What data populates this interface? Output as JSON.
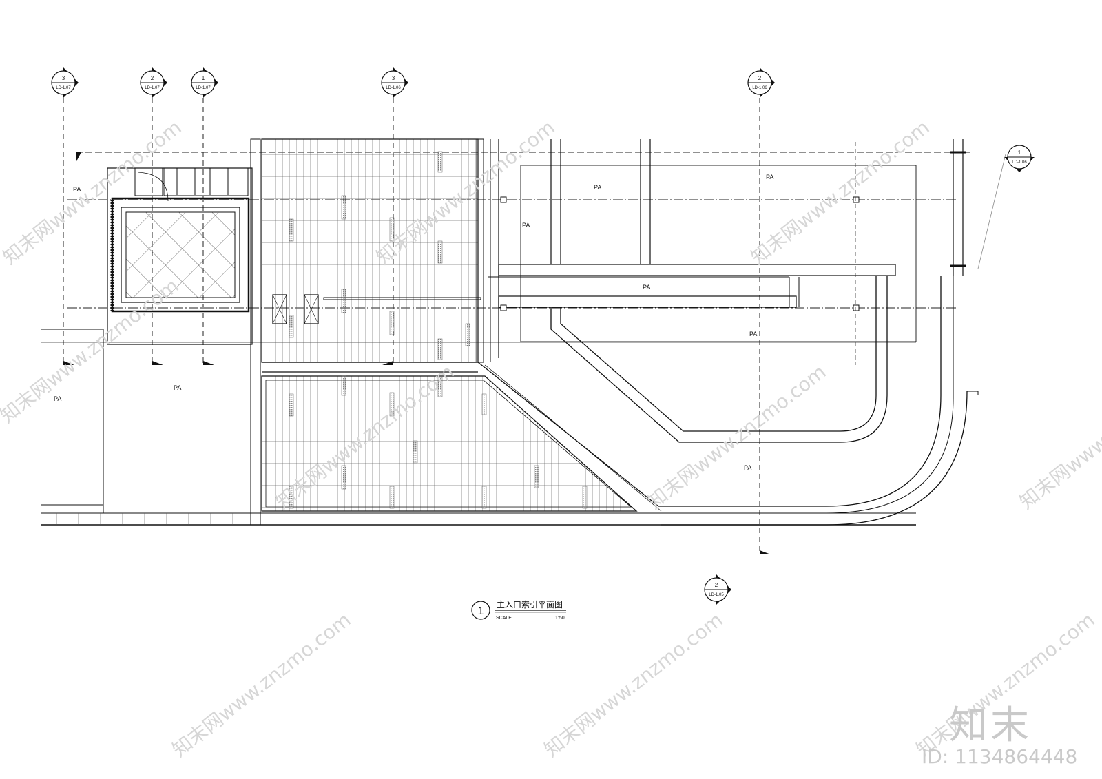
{
  "drawing": {
    "title": "主入口索引平面图",
    "number": "1",
    "scale_label": "SCALE",
    "scale_value": "1:50"
  },
  "section_markers": [
    {
      "num": "3",
      "ref": "LD-1.07"
    },
    {
      "num": "2",
      "ref": "LD-1.07"
    },
    {
      "num": "1",
      "ref": "LD-1.07"
    },
    {
      "num": "3",
      "ref": "LD-1.06"
    },
    {
      "num": "2",
      "ref": "LD-1.06"
    },
    {
      "num": "1",
      "ref": "LD-1.06"
    },
    {
      "num": "2",
      "ref": "LD-1.05"
    }
  ],
  "area_labels": [
    "PA",
    "PA",
    "PA",
    "PA",
    "PA",
    "PA",
    "PA",
    "PA",
    "PA"
  ],
  "watermark": {
    "text": "知末网www.znzmo.com",
    "logo": "知末",
    "id": "ID: 1134864448"
  }
}
